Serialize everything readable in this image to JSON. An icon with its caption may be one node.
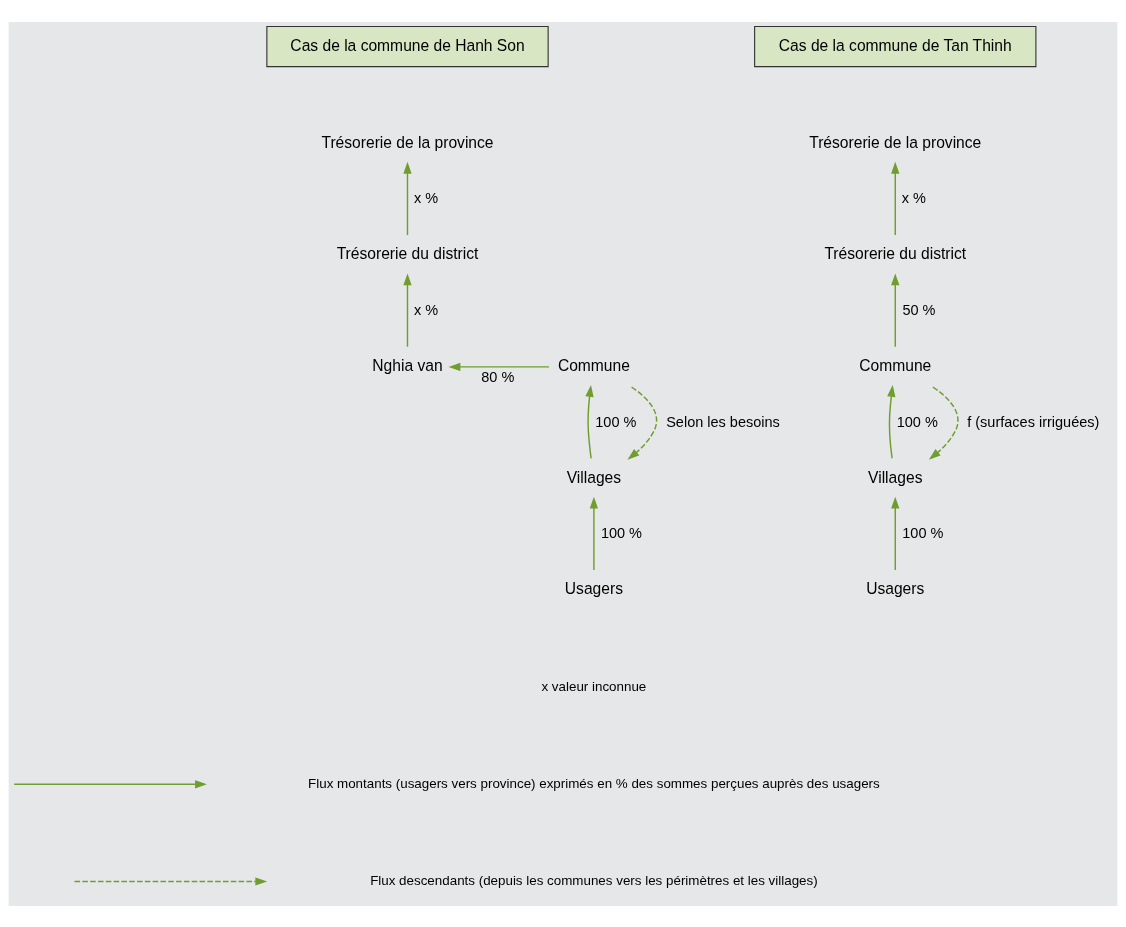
{
  "diagram": {
    "nodes": [
      {
        "text": [
          "Cas de la commune de Hanh Son"
        ]
      },
      {
        "text": [
          "Trésorerie de la province"
        ]
      },
      {
        "text": [
          "Trésorerie du district"
        ]
      },
      {
        "text": [
          "Nghia van"
        ]
      },
      {
        "text": [
          "Commune"
        ]
      },
      {
        "text": [
          "Villages"
        ]
      },
      {
        "text": [
          "Usagers"
        ]
      },
      {
        "text": [
          "Cas de la commune de Tan Thinh"
        ]
      },
      {
        "text": [
          "Trésorerie de la province"
        ]
      },
      {
        "text": [
          "Trésorerie du district"
        ]
      },
      {
        "text": [
          "Commune"
        ]
      },
      {
        "text": [
          "Villages"
        ]
      },
      {
        "text": [
          "Usagers"
        ]
      }
    ],
    "edges": [
      {
        "from": 2,
        "to": 1,
        "arrow": "to",
        "label": "x %"
      },
      {
        "from": 3,
        "to": 2,
        "arrow": "to",
        "label": "x %"
      },
      {
        "from": 4,
        "to": 3,
        "arrow": "to",
        "label": "80 %"
      },
      {
        "from": 5,
        "to": 4,
        "arrow": "to",
        "label": "100 %"
      },
      {
        "from": 4,
        "to": 5,
        "arrow": "to",
        "label": "Selon les besoins",
        "style": "dashed"
      },
      {
        "from": 6,
        "to": 5,
        "arrow": "to",
        "label": "100 %"
      },
      {
        "from": 9,
        "to": 8,
        "arrow": "to",
        "label": "x %"
      },
      {
        "from": 10,
        "to": 9,
        "arrow": "to",
        "label": "50 %"
      },
      {
        "from": 11,
        "to": 10,
        "arrow": "to",
        "label": "100 %"
      },
      {
        "from": 10,
        "to": 11,
        "arrow": "to",
        "label": "f (surfaces irriguées)",
        "style": "dashed"
      },
      {
        "from": 12,
        "to": 11,
        "arrow": "to",
        "label": "100 %"
      }
    ],
    "labels": [
      "x valeur inconnue"
    ],
    "legend": [
      {
        "text": "Flux montants (usagers vers province) exprimés en % des sommes perçues auprès des usagers"
      },
      {
        "text": "Flux descendants (depuis les communes vers les périmètres et les villages)"
      }
    ]
  }
}
